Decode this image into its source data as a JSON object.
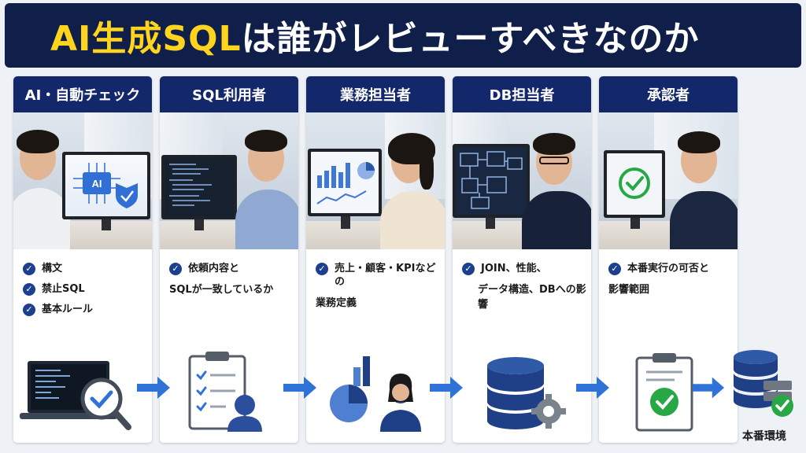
{
  "banner": {
    "title_highlight": "AI生成SQL",
    "title_rest": "は誰がレビューすべきなのか"
  },
  "columns": [
    {
      "heading": "AI・自動チェック",
      "checks": [
        "構文",
        "禁止SQL",
        "基本ルール"
      ],
      "icon": "laptop-magnifier-icon"
    },
    {
      "heading": "SQL利用者",
      "checks": [
        "依頼内容と"
      ],
      "continuation": "SQLが一致しているか",
      "icon": "clipboard-user-icon"
    },
    {
      "heading": "業務担当者",
      "checks": [
        "売上・顧客・KPIなどの"
      ],
      "continuation": "業務定義",
      "icon": "chart-woman-icon"
    },
    {
      "heading": "DB担当者",
      "checks": [
        "JOIN、性能、"
      ],
      "continuation": "データ構造、DBへの影響",
      "icon": "database-gear-icon"
    },
    {
      "heading": "承認者",
      "checks": [
        "本番実行の可否と"
      ],
      "continuation": "影響範囲",
      "icon": "clipboard-check-icon"
    }
  ],
  "final": {
    "label": "本番環境",
    "icon": "production-server-icon"
  },
  "colors": {
    "navy": "#13286a",
    "banner": "#0f1f4a",
    "highlight": "#ffd41f",
    "arrow": "#2f73d9",
    "check_green": "#27a845"
  }
}
